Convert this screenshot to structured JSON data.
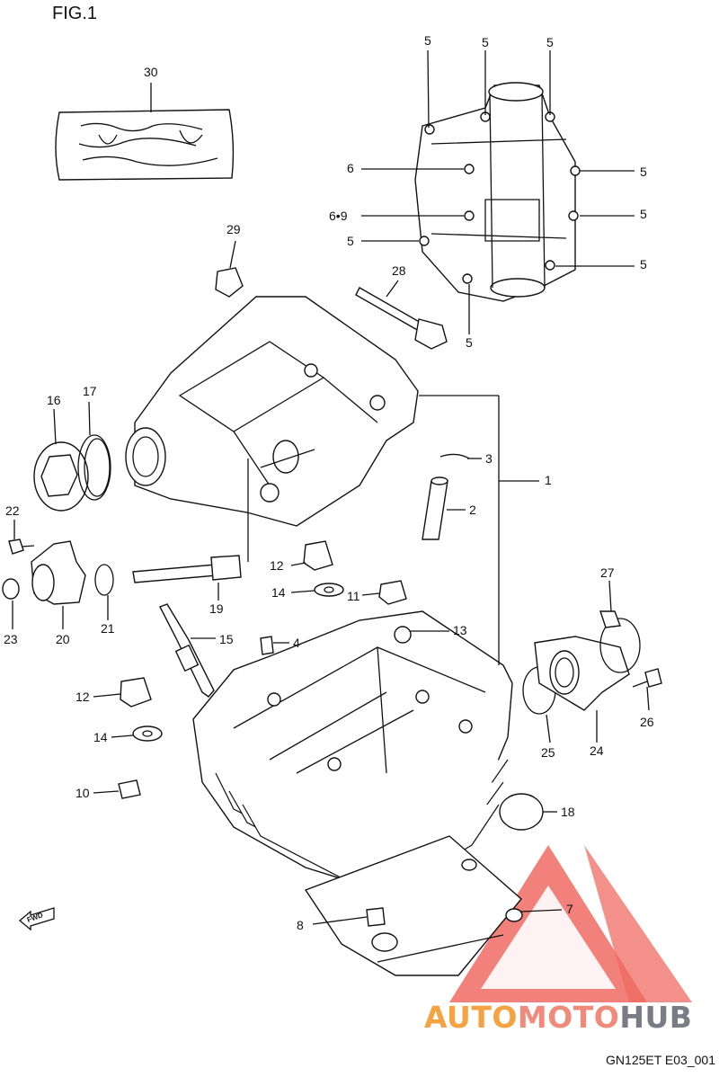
{
  "figure_title": "FIG.1",
  "drawing_code": "GN125ET E03_001",
  "fwd_label": "FWD",
  "watermark": {
    "part1": "AUTO",
    "part2": "MOTO",
    "part3": "HUB",
    "logo_color": "#ef6b63"
  },
  "labels": {
    "l30": "30",
    "l29": "29",
    "l28": "28",
    "c5a": "5",
    "c5b": "5",
    "c5c": "5",
    "c5d": "5",
    "c5e": "5",
    "c5f": "5",
    "c5g": "5",
    "c5h": "5",
    "c6": "6",
    "c69": "6•9",
    "l16": "16",
    "l17": "17",
    "l3": "3",
    "l1": "1",
    "l2": "2",
    "l22": "22",
    "l12a": "12",
    "l14a": "14",
    "l11": "11",
    "l19": "19",
    "l23": "23",
    "l20": "20",
    "l21": "21",
    "l15": "15",
    "l4": "4",
    "l13": "13",
    "l27": "27",
    "l12b": "12",
    "l26": "26",
    "l14b": "14",
    "l25": "25",
    "l24": "24",
    "l10": "10",
    "l18": "18",
    "l8": "8",
    "l7": "7"
  }
}
